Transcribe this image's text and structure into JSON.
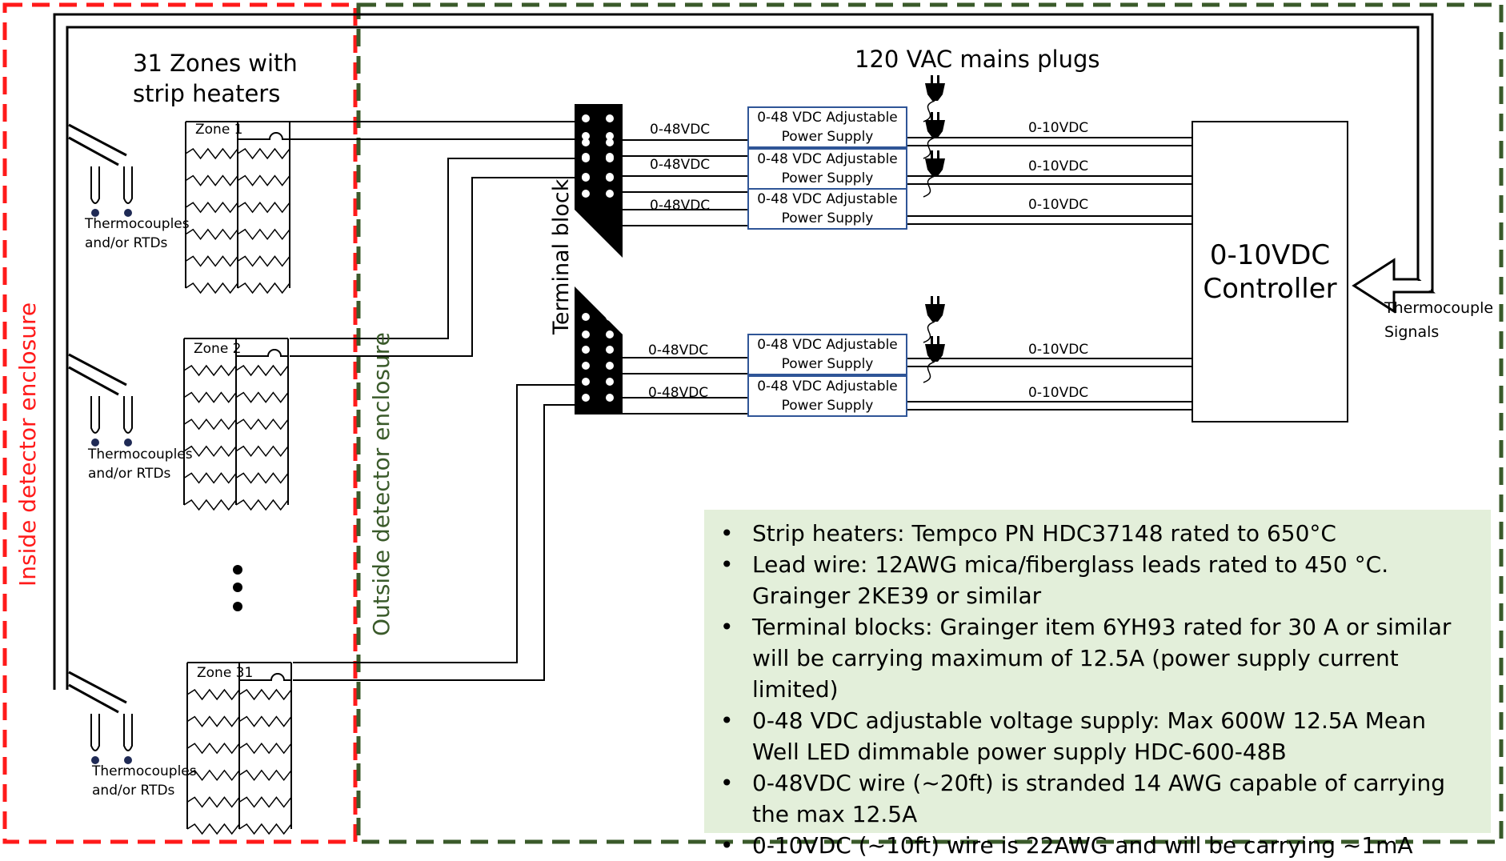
{
  "labels": {
    "title": "31 Zones with\nstrip heaters",
    "mains": "120 VAC mains plugs",
    "terminal_block": "Terminal block",
    "controller": "0-10VDC\nController",
    "thermocouple_signals": "Thermocouple\nSignals",
    "inside_enclosure": "Inside detector enclosure",
    "outside_enclosure": "Outside detector enclosure",
    "zone1": "Zone 1",
    "zone2": "Zone 2",
    "zone31": "Zone 31",
    "thermo1": "Thermocouples\nand/or RTDs",
    "thermo2": "Thermocouples\nand/or RTDs",
    "thermo3": "Thermocouples\nand/or RTDs",
    "psu_line1": "0-48 VDC Adjustable",
    "psu_line2": "Power Supply",
    "v48": "0-48VDC",
    "v10": "0-10VDC"
  },
  "notes": [
    "Strip heaters: Tempco PN HDC37148 rated to 650°C",
    "Lead wire: 12AWG mica/fiberglass leads rated to 450 °C. Grainger 2KE39 or similar",
    "Terminal blocks: Grainger item 6YH93 rated for 30 A or similar will be carrying maximum of 12.5A (power supply current limited)",
    "0-48 VDC adjustable voltage supply: Max 600W 12.5A Mean Well LED dimmable power supply HDC-600-48B",
    "0-48VDC wire (~20ft) is stranded 14 AWG capable of carrying the max 12.5A",
    "0-10VDC (~10ft) wire is 22AWG and will be carrying ~1mA"
  ],
  "colors": {
    "inside_border": "#ff1a1a",
    "outside_border": "#3a5a2a",
    "inside_text": "#ff1a1a",
    "outside_text": "#3a5a2a",
    "psu_border": "#2f5597",
    "notes_bg": "#e3efda"
  }
}
